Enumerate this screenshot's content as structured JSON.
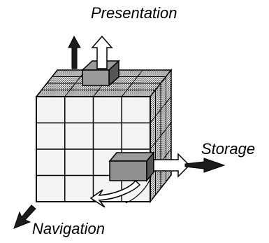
{
  "labels": {
    "presentation": "Presentation",
    "storage": "Storage",
    "navigation": "Navigation"
  },
  "colors": {
    "cell": "#f4f4f4",
    "grid": "#000000",
    "top_hatch": "#777777",
    "side_hatch": "#555555",
    "block": "#9a9a9a",
    "block_dark": "#555555",
    "arrow": "#1c1c1c"
  },
  "grid": {
    "rows": 4,
    "cols": 4,
    "depth": 4
  }
}
